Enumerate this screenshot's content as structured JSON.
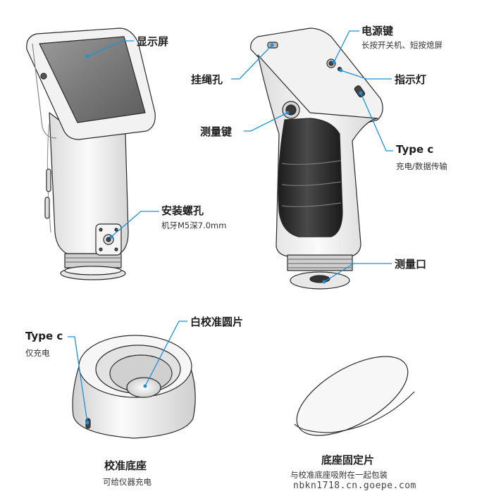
{
  "labels": {
    "display": "显示屏",
    "mount_hole": "安装螺孔",
    "mount_hole_note": "机牙M5深7.0mm",
    "power_key": "电源键",
    "power_key_note": "长按开关机、短按熄屏",
    "lanyard_hole": "挂绳孔",
    "indicator": "指示灯",
    "measure_key": "测量键",
    "typec_top": "Type c",
    "typec_top_note": "充电/数据传输",
    "measure_port": "测量口",
    "typec_bottom": "Type c",
    "typec_bottom_note": "仅充电",
    "white_calib": "白校准圆片"
  },
  "captions": {
    "base_title": "校准底座",
    "base_sub": "可给仪器充电",
    "plate_title": "底座固定片",
    "plate_sub": "与校准底座吸附在一起包装"
  },
  "watermark": "nbkn1718.cn.goepe.com",
  "colors": {
    "leader": "#1e90d8",
    "outline": "#2a2a2a",
    "body_light": "#f4f4f4",
    "body_dark": "#2b2b2b"
  }
}
